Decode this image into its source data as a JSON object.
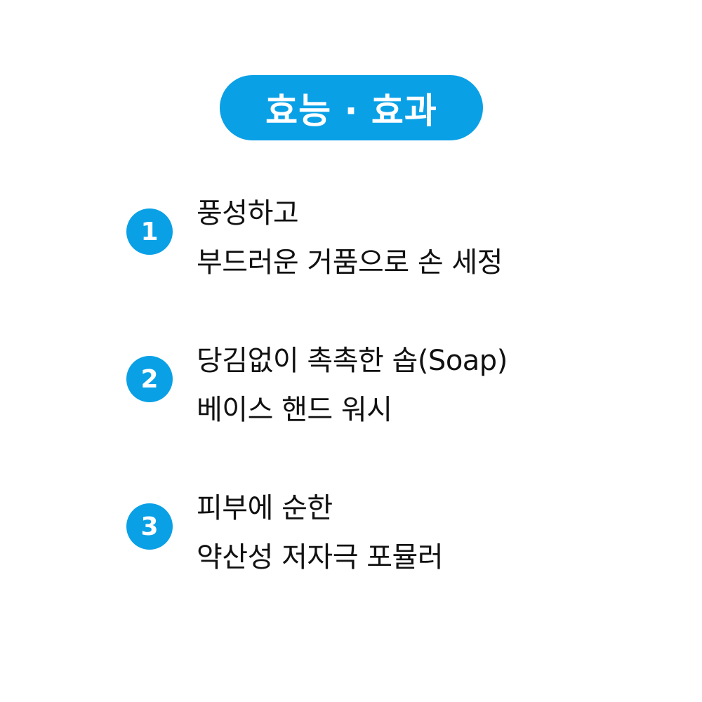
{
  "title": "효능 · 효과",
  "colors": {
    "accent": "#0aa0e6",
    "text": "#111111",
    "background": "#ffffff"
  },
  "items": [
    {
      "number": "1",
      "lines": [
        "풍성하고",
        "부드러운 거품으로 손 세정"
      ]
    },
    {
      "number": "2",
      "lines": [
        "당김없이 촉촉한 솝(Soap)",
        "베이스 핸드 워시"
      ]
    },
    {
      "number": "3",
      "lines": [
        "피부에 순한",
        "약산성 저자극 포뮬러"
      ]
    }
  ]
}
